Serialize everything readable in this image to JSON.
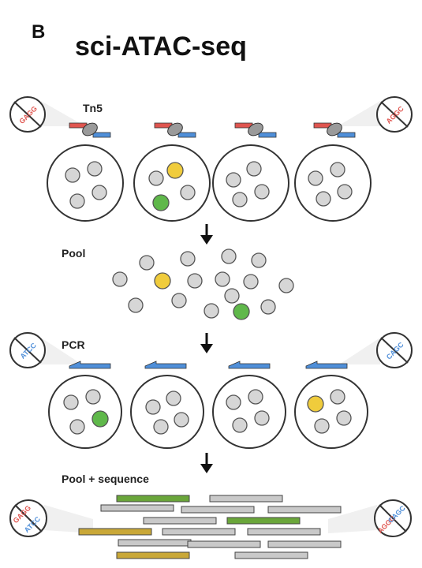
{
  "panel_letter": "B",
  "title": "sci-ATAC-seq",
  "steps": {
    "tn5": "Tn5",
    "pool": "Pool",
    "pcr": "PCR",
    "pool_sequence": "Pool + sequence"
  },
  "barcodes": {
    "tn5_left": "GAGG",
    "tn5_right": "AGGC",
    "pcr_left": "ATCC",
    "pcr_right": "CAGC",
    "final_left_red": "GAGG",
    "final_left_blue": "ATCC",
    "final_right_red": "AGGC",
    "final_right_blue": "CAGC"
  },
  "colors": {
    "nucleus_gray": "#d6d6d6",
    "nucleus_yellow": "#f0cc3c",
    "nucleus_green": "#5fb84a",
    "barcode_red": "#e0554f",
    "barcode_blue": "#4f8fd9",
    "outline": "#333333"
  }
}
